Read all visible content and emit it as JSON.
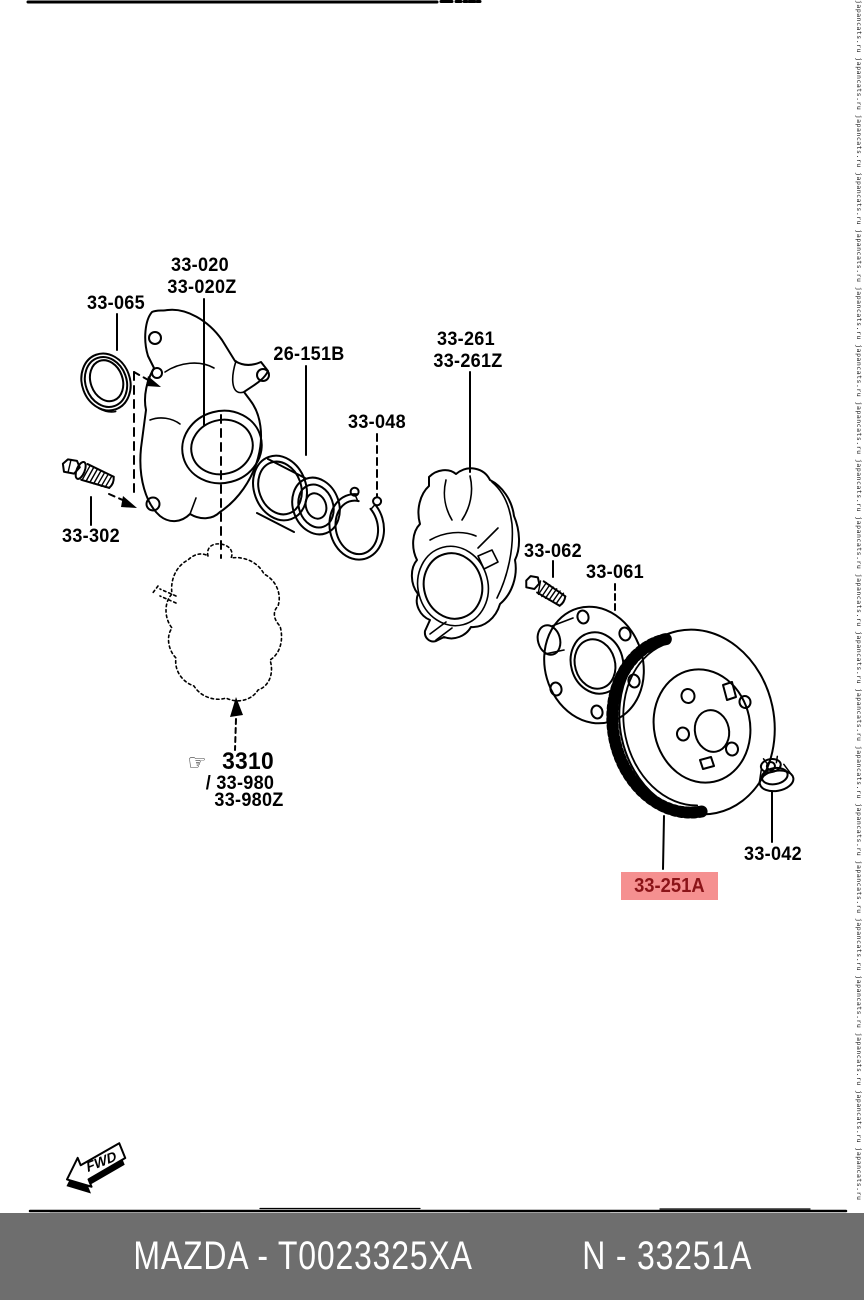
{
  "labels": {
    "knuckle_a": "33-020",
    "knuckle_b": "33-020Z",
    "seal": "33-065",
    "bearing": "26-151B",
    "snap_ring": "33-048",
    "shield_a": "33-261",
    "shield_b": "33-261Z",
    "bolt": "33-302",
    "stud": "33-062",
    "hub": "33-061",
    "caliper": "3310",
    "caliper_a": "/ 33-980",
    "caliper_b": "33-980Z",
    "rotor": "33-251A",
    "nut": "33-042"
  },
  "hand_icon": "☞",
  "fwd_label": "FWD",
  "watermark": {
    "token": "japancats.ru",
    "repeat": 40
  },
  "footer": {
    "catalog_code": "MAZDA - T0023325XA",
    "figure_code": "N - 33251A"
  },
  "colors": {
    "highlight_bg": "#f59090",
    "highlight_text": "#8b1418",
    "footer_bg": "#6e6e6e",
    "footer_text": "#ffffff",
    "line_color": "#000000",
    "background": "#ffffff"
  }
}
